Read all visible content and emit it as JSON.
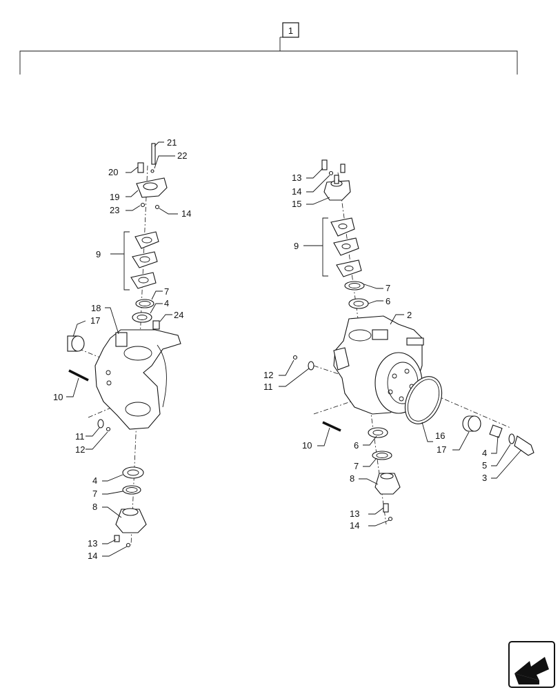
{
  "assembly_label": "1",
  "left_assembly": {
    "callouts": [
      "21",
      "22",
      "20",
      "19",
      "23",
      "14",
      "9",
      "7",
      "4",
      "24",
      "18",
      "17",
      "10",
      "11",
      "12",
      "4",
      "7",
      "8",
      "13",
      "14"
    ]
  },
  "right_assembly": {
    "callouts": [
      "13",
      "14",
      "15",
      "9",
      "7",
      "6",
      "2",
      "12",
      "11",
      "10",
      "6",
      "16",
      "17",
      "4",
      "5",
      "3",
      "7",
      "8",
      "13",
      "14"
    ]
  },
  "nav_icon": "next-page-arrow-icon"
}
